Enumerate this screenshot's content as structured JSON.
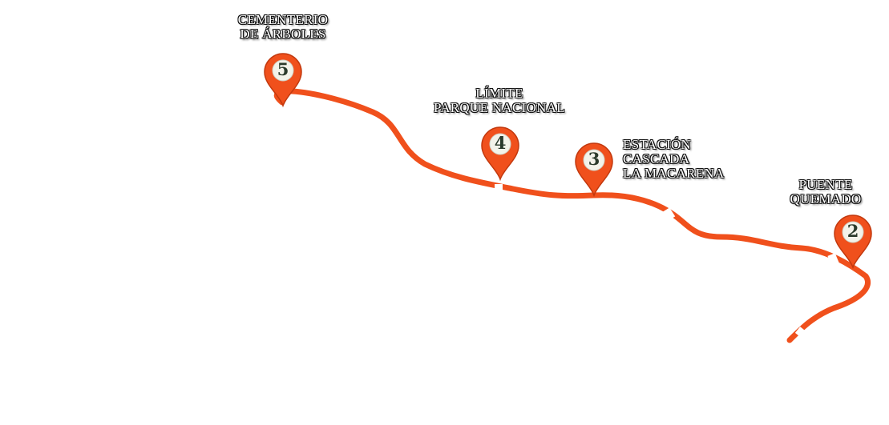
{
  "map": {
    "route_color": "#f0501c",
    "marker_color": "#f0501c",
    "marker_badge_color": "#f3f3ea",
    "number_color": "#2b3b2c"
  },
  "waypoints": [
    {
      "number": "5",
      "label_lines": [
        "CEMENTERIO",
        "DE ÁRBOLES"
      ]
    },
    {
      "number": "4",
      "label_lines": [
        "LÍMITE",
        "PARQUE NACIONAL"
      ]
    },
    {
      "number": "3",
      "label_lines": [
        "ESTACIÓN",
        "CASCADA",
        "LA MACARENA"
      ]
    },
    {
      "number": "2",
      "label_lines": [
        "PUENTE",
        "QUEMADO"
      ]
    }
  ]
}
